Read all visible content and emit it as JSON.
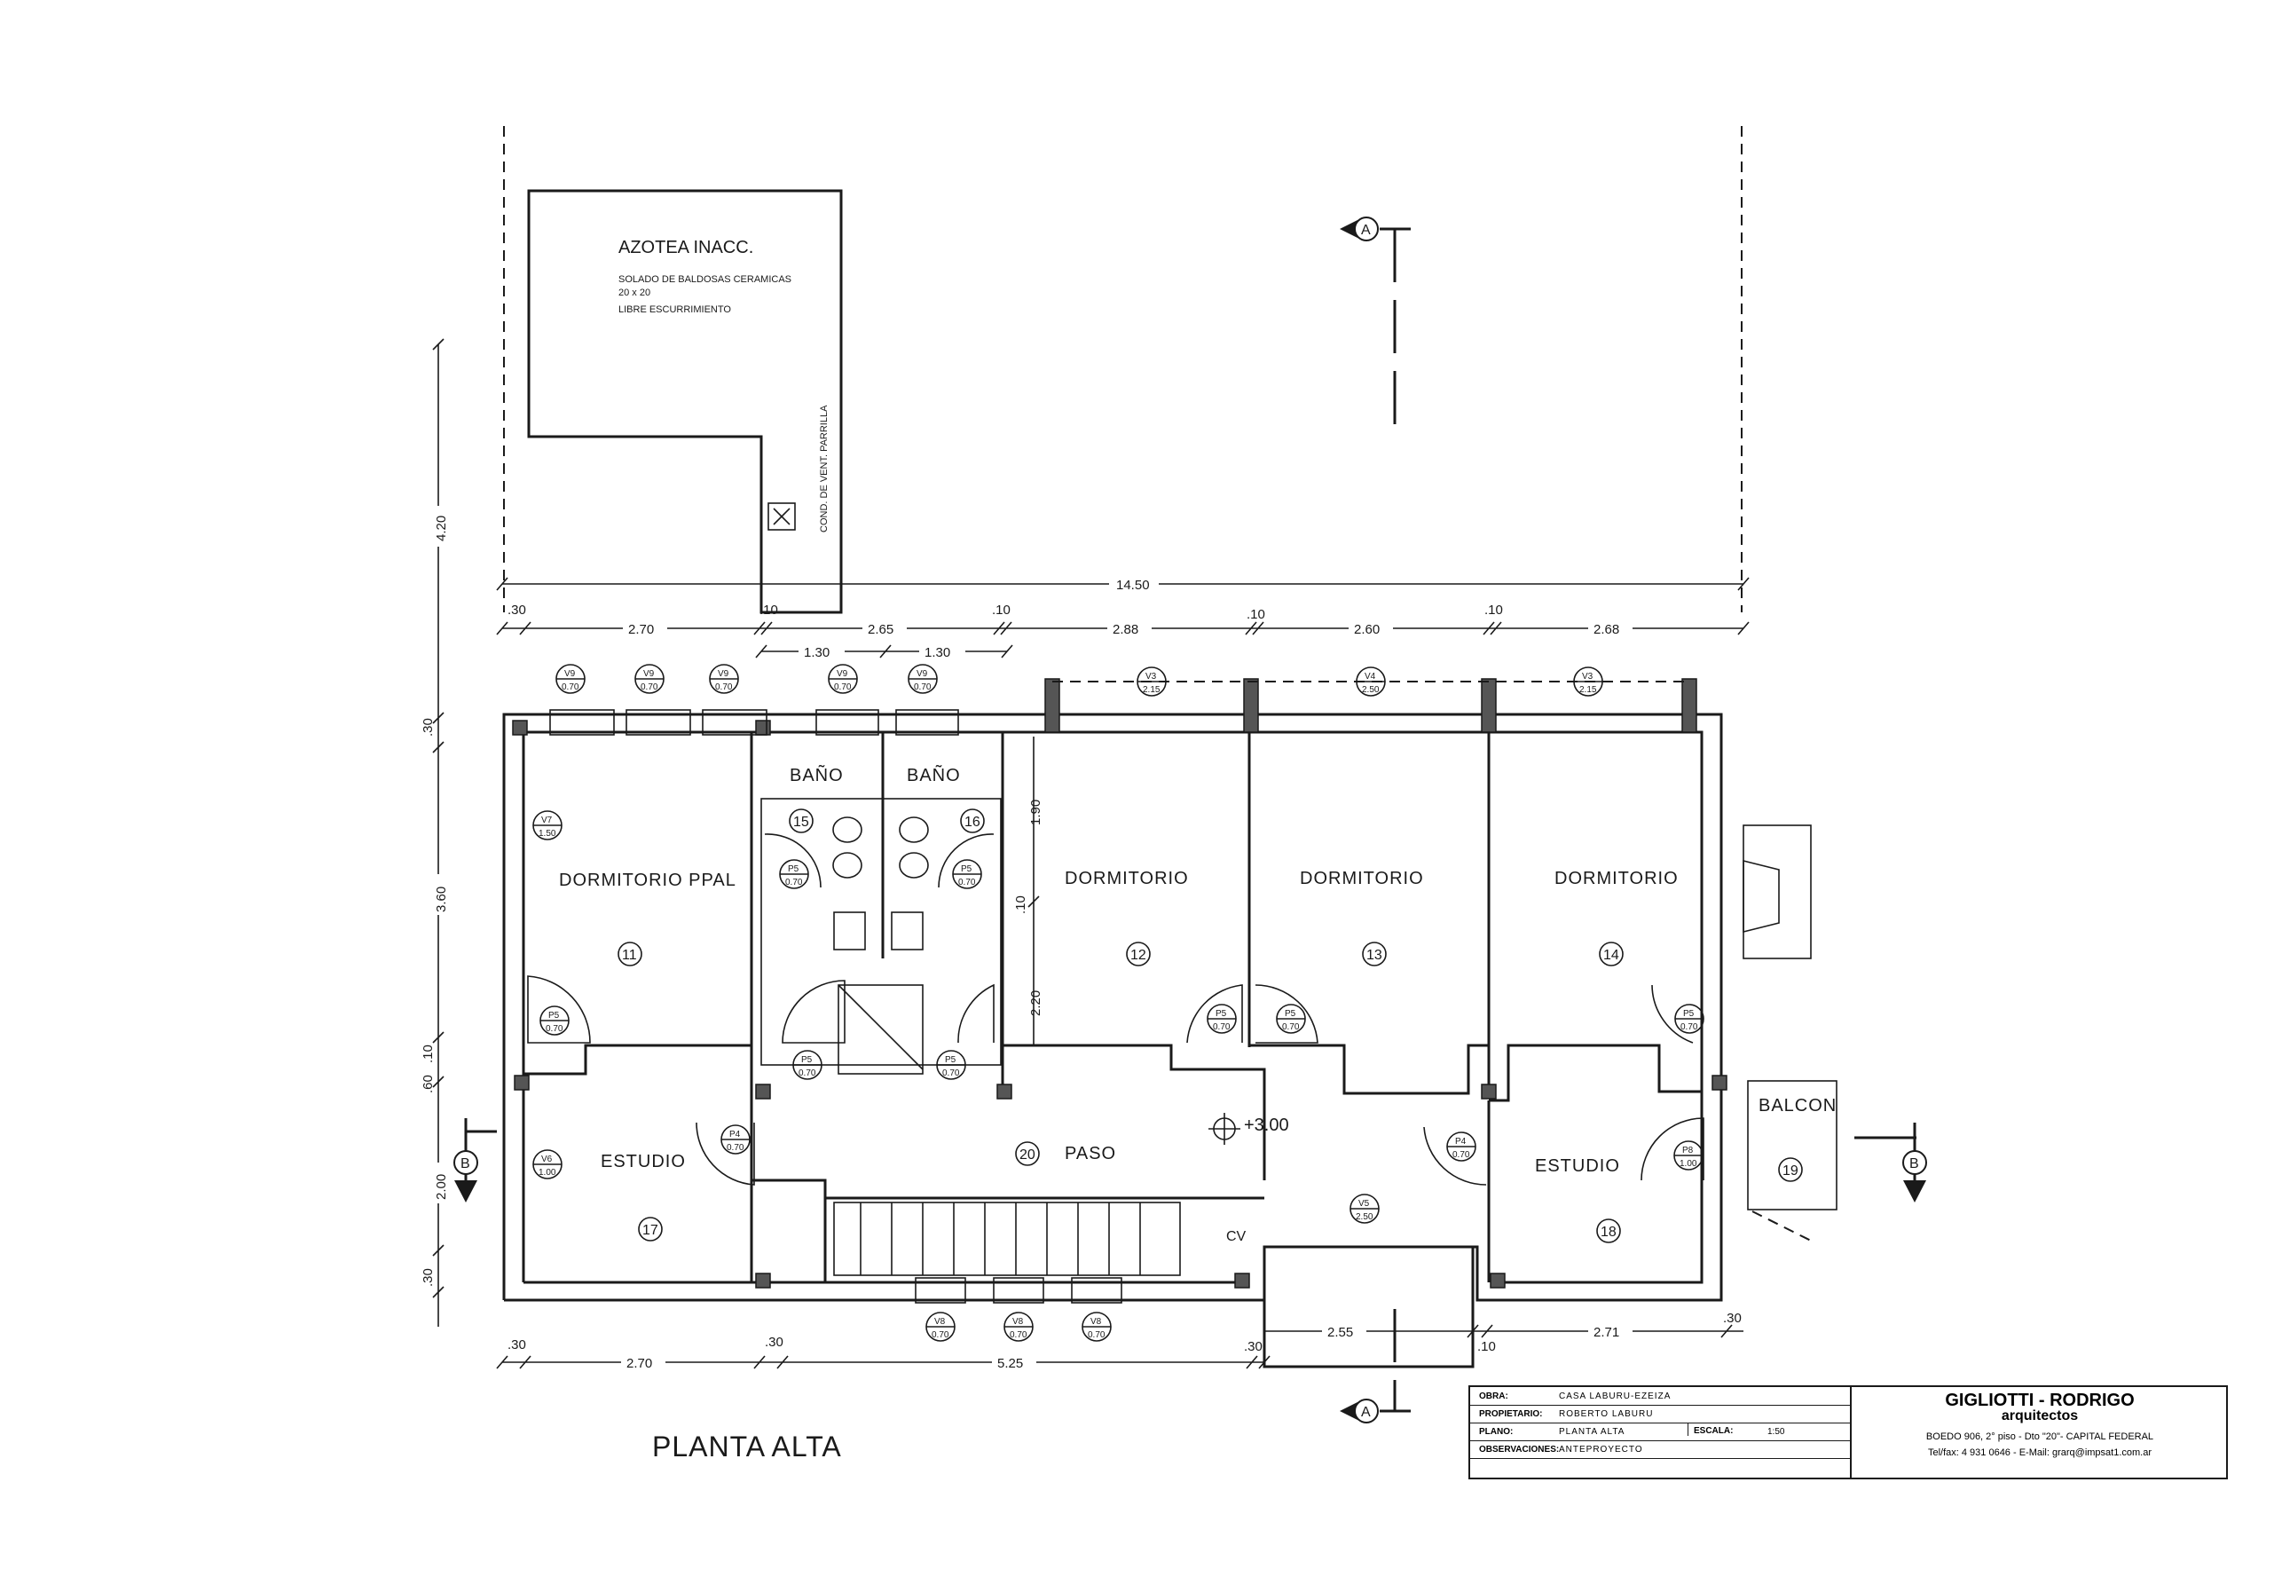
{
  "title": "PLANTA ALTA",
  "rooms": {
    "azotea": "AZOTEA INACC.",
    "azotea_note_1": "SOLADO DE BALDOSAS CERAMICAS",
    "azotea_note_2": "20 x 20",
    "azotea_note_3": "LIBRE ESCURRIMIENTO",
    "vent_note": "COND. DE VENT. PARRILLA",
    "dormitorio_ppal": "DORMITORIO PPAL",
    "dormitorio": "DORMITORIO",
    "bano": "BAÑO",
    "estudio": "ESTUDIO",
    "paso": "PASO",
    "balcon": "BALCON",
    "cv": "CV",
    "level": "+3.00"
  },
  "room_numbers": [
    "11",
    "12",
    "13",
    "14",
    "15",
    "16",
    "17",
    "18",
    "19",
    "20"
  ],
  "tags": {
    "v9": "V9",
    "v9_w": "0.70",
    "v3": "V3",
    "v3_w": "2.15",
    "v4": "V4",
    "v4_w": "2.50",
    "v5": "V5",
    "v5_w": "2.50",
    "v6": "V6",
    "v6_w": "1.00",
    "v7": "V7",
    "v7_w": "1.50",
    "v8": "V8",
    "v8_w": "0.70",
    "p4": "P4",
    "p4_w": "0.70",
    "p5": "P5",
    "p5_w": "0.70",
    "p8": "P8",
    "p8_w": "1.00"
  },
  "dimensions": {
    "total": "14.50",
    "d030": ".30",
    "d010": ".10",
    "d270": "2.70",
    "d265": "2.65",
    "d288": "2.88",
    "d260": "2.60",
    "d268": "2.68",
    "d130": "1.30",
    "d525": "5.25",
    "d255": "2.55",
    "d271": "2.71",
    "d420": "4.20",
    "d360": "3.60",
    "d200": "2.00",
    "d060": ".60",
    "d190": "1.90",
    "d220": "2.20"
  },
  "sections": {
    "a": "A",
    "b": "B"
  },
  "title_block": {
    "obra_label": "OBRA:",
    "obra": "CASA LABURU-EZEIZA",
    "propietario_label": "PROPIETARIO:",
    "propietario": "ROBERTO LABURU",
    "plano_label": "PLANO:",
    "plano": "PLANTA ALTA",
    "escala_label": "ESCALA:",
    "escala": "1:50",
    "observaciones_label": "OBSERVACIONES:",
    "observaciones": "ANTEPROYECTO",
    "firm": "GIGLIOTTI - RODRIGO",
    "firm_sub": "arquitectos",
    "address": "BOEDO 906, 2° piso - Dto \"20\"- CAPITAL FEDERAL",
    "contact": "Tel/fax: 4 931 0646 - E-Mail: grarq@impsat1.com.ar"
  }
}
